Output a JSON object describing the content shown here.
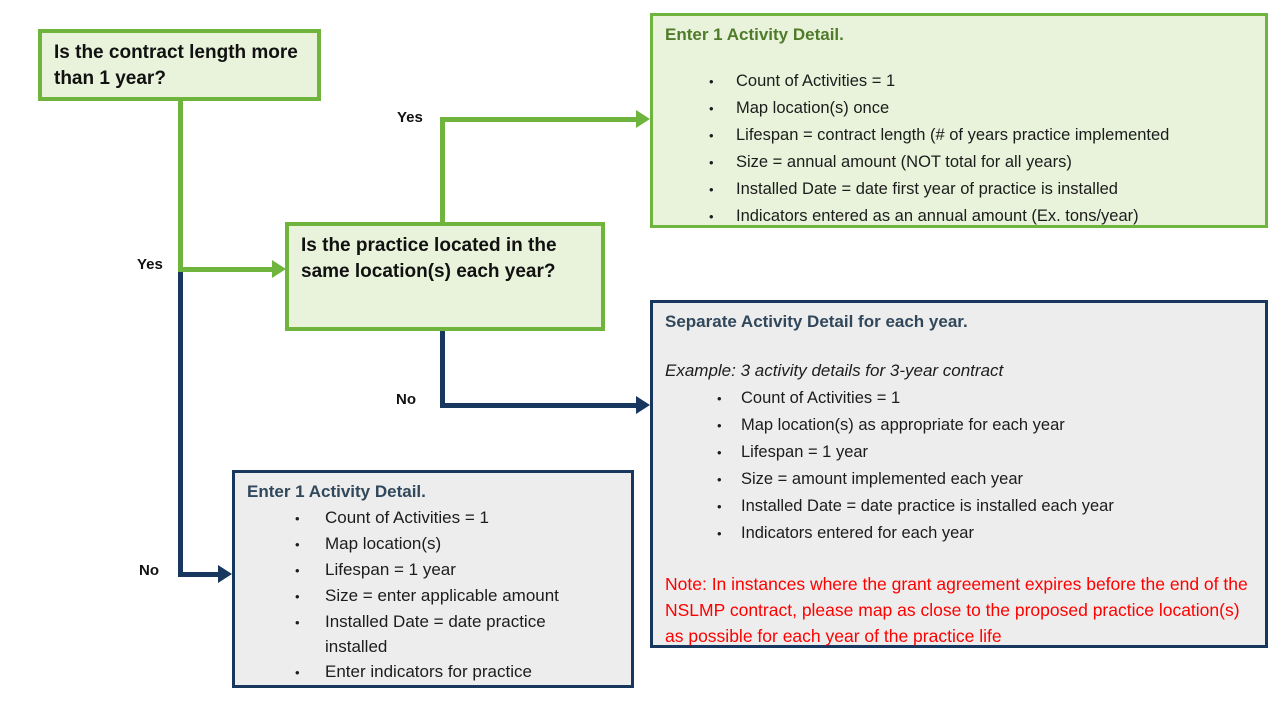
{
  "flowchart": {
    "question1": "Is the contract length more than 1 year?",
    "question2": "Is the practice located in the same location(s) each year?",
    "edge_labels": {
      "q1_yes": "Yes",
      "q1_no": "No",
      "q2_yes": "Yes",
      "q2_no": "No"
    },
    "outcome_same_location": {
      "heading": "Enter 1 Activity Detail.",
      "bullets": [
        "Count of Activities = 1",
        "Map location(s) once",
        "Lifespan = contract length (# of years practice implemented",
        "Size = annual amount (NOT total for all years)",
        "Installed Date = date first year of practice is installed",
        "Indicators entered as an annual amount (Ex. tons/year)"
      ]
    },
    "outcome_separate": {
      "heading": "Separate Activity Detail for each year.",
      "example": "Example: 3 activity details for 3-year contract",
      "bullets": [
        "Count of Activities = 1",
        "Map location(s) as appropriate for each year",
        "Lifespan = 1 year",
        "Size = amount implemented each year",
        "Installed Date = date practice is installed each year",
        "Indicators entered for each year"
      ],
      "note": "Note: In instances where the grant agreement expires before the end of the NSLMP contract, please map as close to the proposed practice location(s) as possible for each year of the practice life"
    },
    "outcome_one_detail": {
      "heading": "Enter 1 Activity Detail.",
      "bullets": [
        "Count of Activities = 1",
        "Map location(s)",
        "Lifespan = 1 year",
        "Size = enter applicable amount",
        "Installed Date = date practice installed",
        "Enter indicators for practice"
      ]
    },
    "colors": {
      "green_line": "#6EB43D",
      "green_fill": "#E9F3DB",
      "green_heading": "#4F7B2A",
      "navy_line": "#17375E",
      "gray_fill": "#EDEDED",
      "slate_heading": "#31485C",
      "note_red": "#FF0000"
    }
  }
}
